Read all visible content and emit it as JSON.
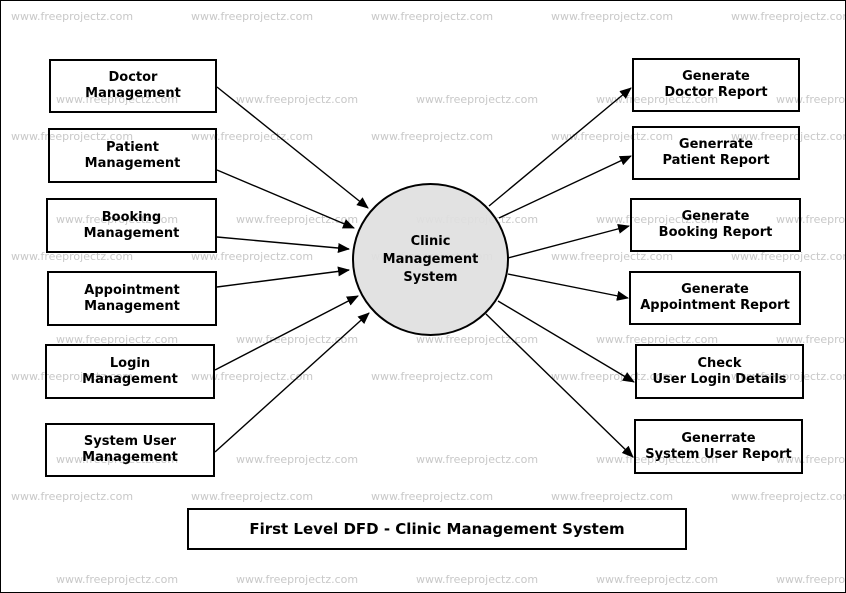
{
  "watermark_text": "www.freeprojectz.com",
  "center_process": {
    "line1": "Clinic",
    "line2": "Management",
    "line3": "System",
    "fill_color": "#e0e0e0"
  },
  "inputs": [
    {
      "line1": "Doctor",
      "line2": "Management"
    },
    {
      "line1": "Patient",
      "line2": "Management"
    },
    {
      "line1": "Booking",
      "line2": "Management"
    },
    {
      "line1": "Appointment",
      "line2": "Management"
    },
    {
      "line1": "Login",
      "line2": "Management"
    },
    {
      "line1": "System User",
      "line2": "Management"
    }
  ],
  "outputs": [
    {
      "line1": "Generate",
      "line2": "Doctor Report"
    },
    {
      "line1": "Generrate",
      "line2": "Patient Report"
    },
    {
      "line1": "Generate",
      "line2": "Booking Report"
    },
    {
      "line1": "Generate",
      "line2": "Appointment Report"
    },
    {
      "line1": "Check",
      "line2": "User Login Details"
    },
    {
      "line1": "Generrate",
      "line2": "System User Report"
    }
  ],
  "caption": "First Level DFD - Clinic Management System"
}
